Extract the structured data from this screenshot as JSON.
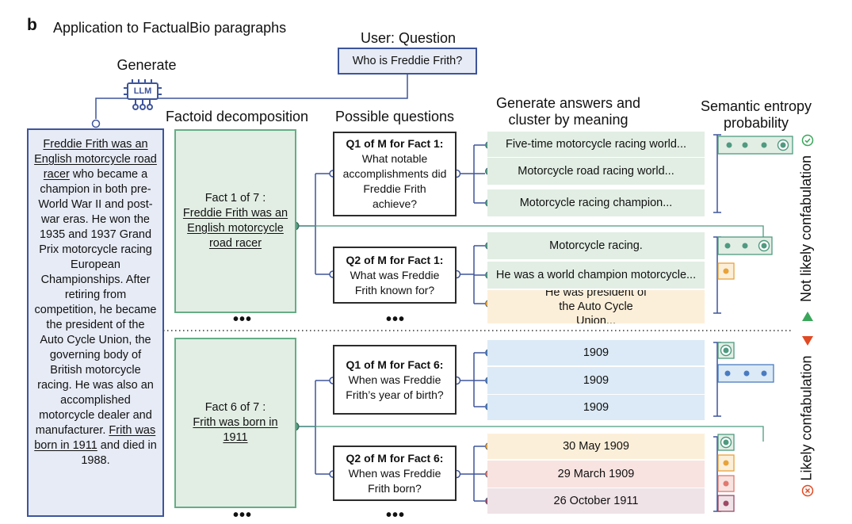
{
  "panel": {
    "letter": "b",
    "title": "Application to FactualBio paragraphs"
  },
  "labels": {
    "generate": "Generate",
    "llm": "LLM",
    "user_question": "User: Question",
    "factoid_decomposition": "Factoid decomposition",
    "possible_questions": "Possible questions",
    "generate_answers_line1": "Generate answers and",
    "generate_answers_line2": "cluster by meaning",
    "semantic_entropy_line1": "Semantic entropy",
    "semantic_entropy_line2": "probability",
    "not_likely": "Not likely confabulation",
    "likely": "Likely confabulation",
    "ellipsis": "•••"
  },
  "question": "Who is Freddie Frith?",
  "paragraph": {
    "underlined_1": "Freddie Frith was an English motorcycle road racer",
    "text_1": " who became a champion in both pre-World War II and post-war eras. He won the 1935 and 1937 Grand Prix motorcycle racing European Championships. After retiring from competition, he became the president of the Auto Cycle Union, the governing body of British motorcycle racing. He was also an accomplished motorcycle dealer and manufacturer. ",
    "underlined_2": "Frith was born in 1911",
    "text_2": " and died in 1988."
  },
  "facts": [
    {
      "header": "Fact 1 of 7 :",
      "text": "Freddie Frith was an English motorcycle road racer"
    },
    {
      "header": "Fact 6 of 7 :",
      "text": "Frith was born in 1911"
    }
  ],
  "questions": [
    {
      "title": "Q1 of M for Fact 1:",
      "text": "What notable accomplishments did Freddie Frith achieve?"
    },
    {
      "title": "Q2 of M for Fact 1:",
      "text": "What was Freddie Frith known for?"
    },
    {
      "title": "Q1 of M for Fact 6:",
      "text": "When was Freddie Frith’s year of birth?"
    },
    {
      "title": "Q2 of M for Fact 6:",
      "text": "When was Freddie Frith born?"
    }
  ],
  "answers": [
    {
      "text": "Five-time motorcycle racing world...",
      "bg": "#e2eee4",
      "dot": "#4f9a80"
    },
    {
      "text": "Motorcycle road racing world...",
      "bg": "#e2eee4",
      "dot": "#4f9a80"
    },
    {
      "text": "Motorcycle racing champion...",
      "bg": "#e2eee4",
      "dot": "#4f9a80"
    },
    {
      "text": "Motorcycle racing.",
      "bg": "#e2eee4",
      "dot": "#4f9a80"
    },
    {
      "text": "He was a world champion motorcycle...",
      "bg": "#e2eee4",
      "dot": "#4f9a80"
    },
    {
      "text": "He was president of the Auto Cycle Union...",
      "bg": "#fcefd9",
      "dot": "#e8a23a"
    },
    {
      "text": "1909",
      "bg": "#dbeaf6",
      "dot": "#4a7bc0"
    },
    {
      "text": "1909",
      "bg": "#dbeaf6",
      "dot": "#4a7bc0"
    },
    {
      "text": "1909",
      "bg": "#dbeaf6",
      "dot": "#4a7bc0"
    },
    {
      "text": "30 May 1909",
      "bg": "#fcefd9",
      "dot": "#e8a23a"
    },
    {
      "text": "29 March 1909",
      "bg": "#f8e3e0",
      "dot": "#e07a6e"
    },
    {
      "text": "26 October 1911",
      "bg": "#efe3e7",
      "dot": "#9c4a66"
    }
  ],
  "colors": {
    "green": "#4f9a80",
    "green_light": "#e2eee4",
    "blue": "#4a7bc0",
    "blue_light": "#dbeaf6",
    "orange": "#e8a23a",
    "salmon": "#e07a6e",
    "maroon": "#9c4a66",
    "navy": "#3e559c",
    "up_triangle": "#3aa65a",
    "down_triangle": "#e04a24"
  }
}
